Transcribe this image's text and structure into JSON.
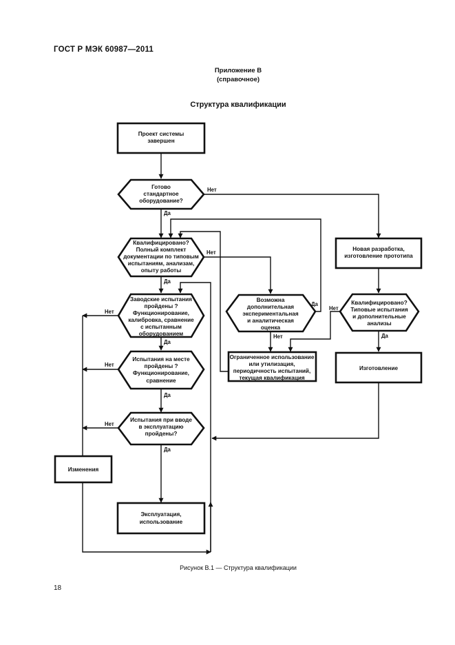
{
  "header": {
    "standard": "ГОСТ Р МЭК 60987—2011"
  },
  "annex": {
    "title": "Приложение В",
    "note": "(справочное)"
  },
  "figure": {
    "title": "Структура квалификации",
    "caption": "Рисунок В.1 — Структура квалификации"
  },
  "page_number": "18",
  "flowchart": {
    "nodes": {
      "project_done": [
        "Проект системы",
        "завершен"
      ],
      "std_ready": [
        "Готово",
        "стандартное",
        "оборудование?"
      ],
      "qualified_full": [
        "Квалифицировано?",
        "Полный комплект",
        "документации по типовым",
        "испытаниям, анализам,",
        "опыту работы"
      ],
      "new_dev": [
        "Новая разработка,",
        "изготовление прототипа"
      ],
      "factory_tests": [
        "Заводские испытания",
        "пройдены ?",
        "Функционирование,",
        "калибровка, сравнение",
        "с испытанным",
        "оборудованием"
      ],
      "addl_possible": [
        "Возможна",
        "дополнительная",
        "экспериментальная",
        "и аналитическая",
        "оценка"
      ],
      "qualified_type": [
        "Квалифицировано?",
        "Типовые испытания",
        "и дополнительные",
        "анализы"
      ],
      "limited_use": [
        "Ограниченное использование",
        "или утилизация,",
        "периодичность испытаний,",
        "текущая квалификация"
      ],
      "site_tests": [
        "Испытания на месте",
        "пройдены ?",
        "Функционирование,",
        "сравнение"
      ],
      "manufacturing": [
        "Изготовление"
      ],
      "commissioning": [
        "Испытания при вводе",
        "в эксплуатацию",
        "пройдены?"
      ],
      "changes": [
        "Изменения"
      ],
      "operation": [
        "Эксплуатация,",
        "использование"
      ]
    },
    "labels": {
      "yes": "Да",
      "no": "Нет"
    }
  }
}
